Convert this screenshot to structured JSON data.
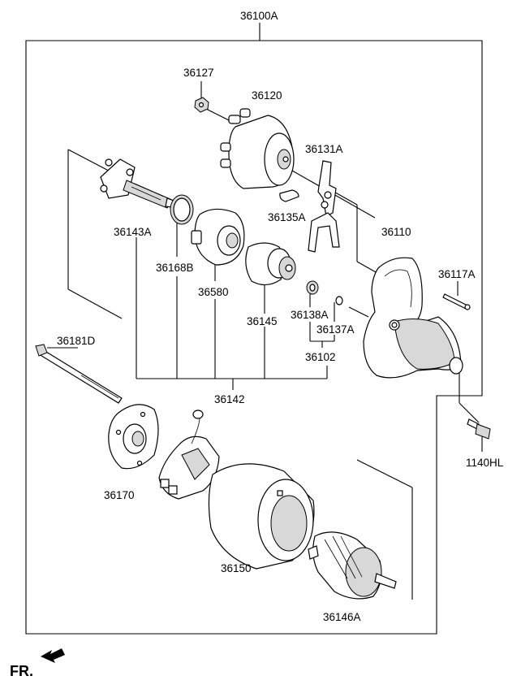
{
  "labels": {
    "assembly": "36100A",
    "nut": "36127",
    "solenoid": "36120",
    "lever": "36131A",
    "plunger": "36135A",
    "pinion_shaft": "36143A",
    "gasket": "36168B",
    "gear_housing": "36580",
    "front_housing": "36110",
    "stud": "36117A",
    "clutch": "36145",
    "washer": "36138A",
    "ring": "36137A",
    "kit": "36102",
    "drive_kit": "36142",
    "through_bolt": "36181D",
    "mount_bolt": "1140HL",
    "rear_cover": "36170",
    "yoke": "36150",
    "armature": "36146A",
    "forward": "FR."
  }
}
